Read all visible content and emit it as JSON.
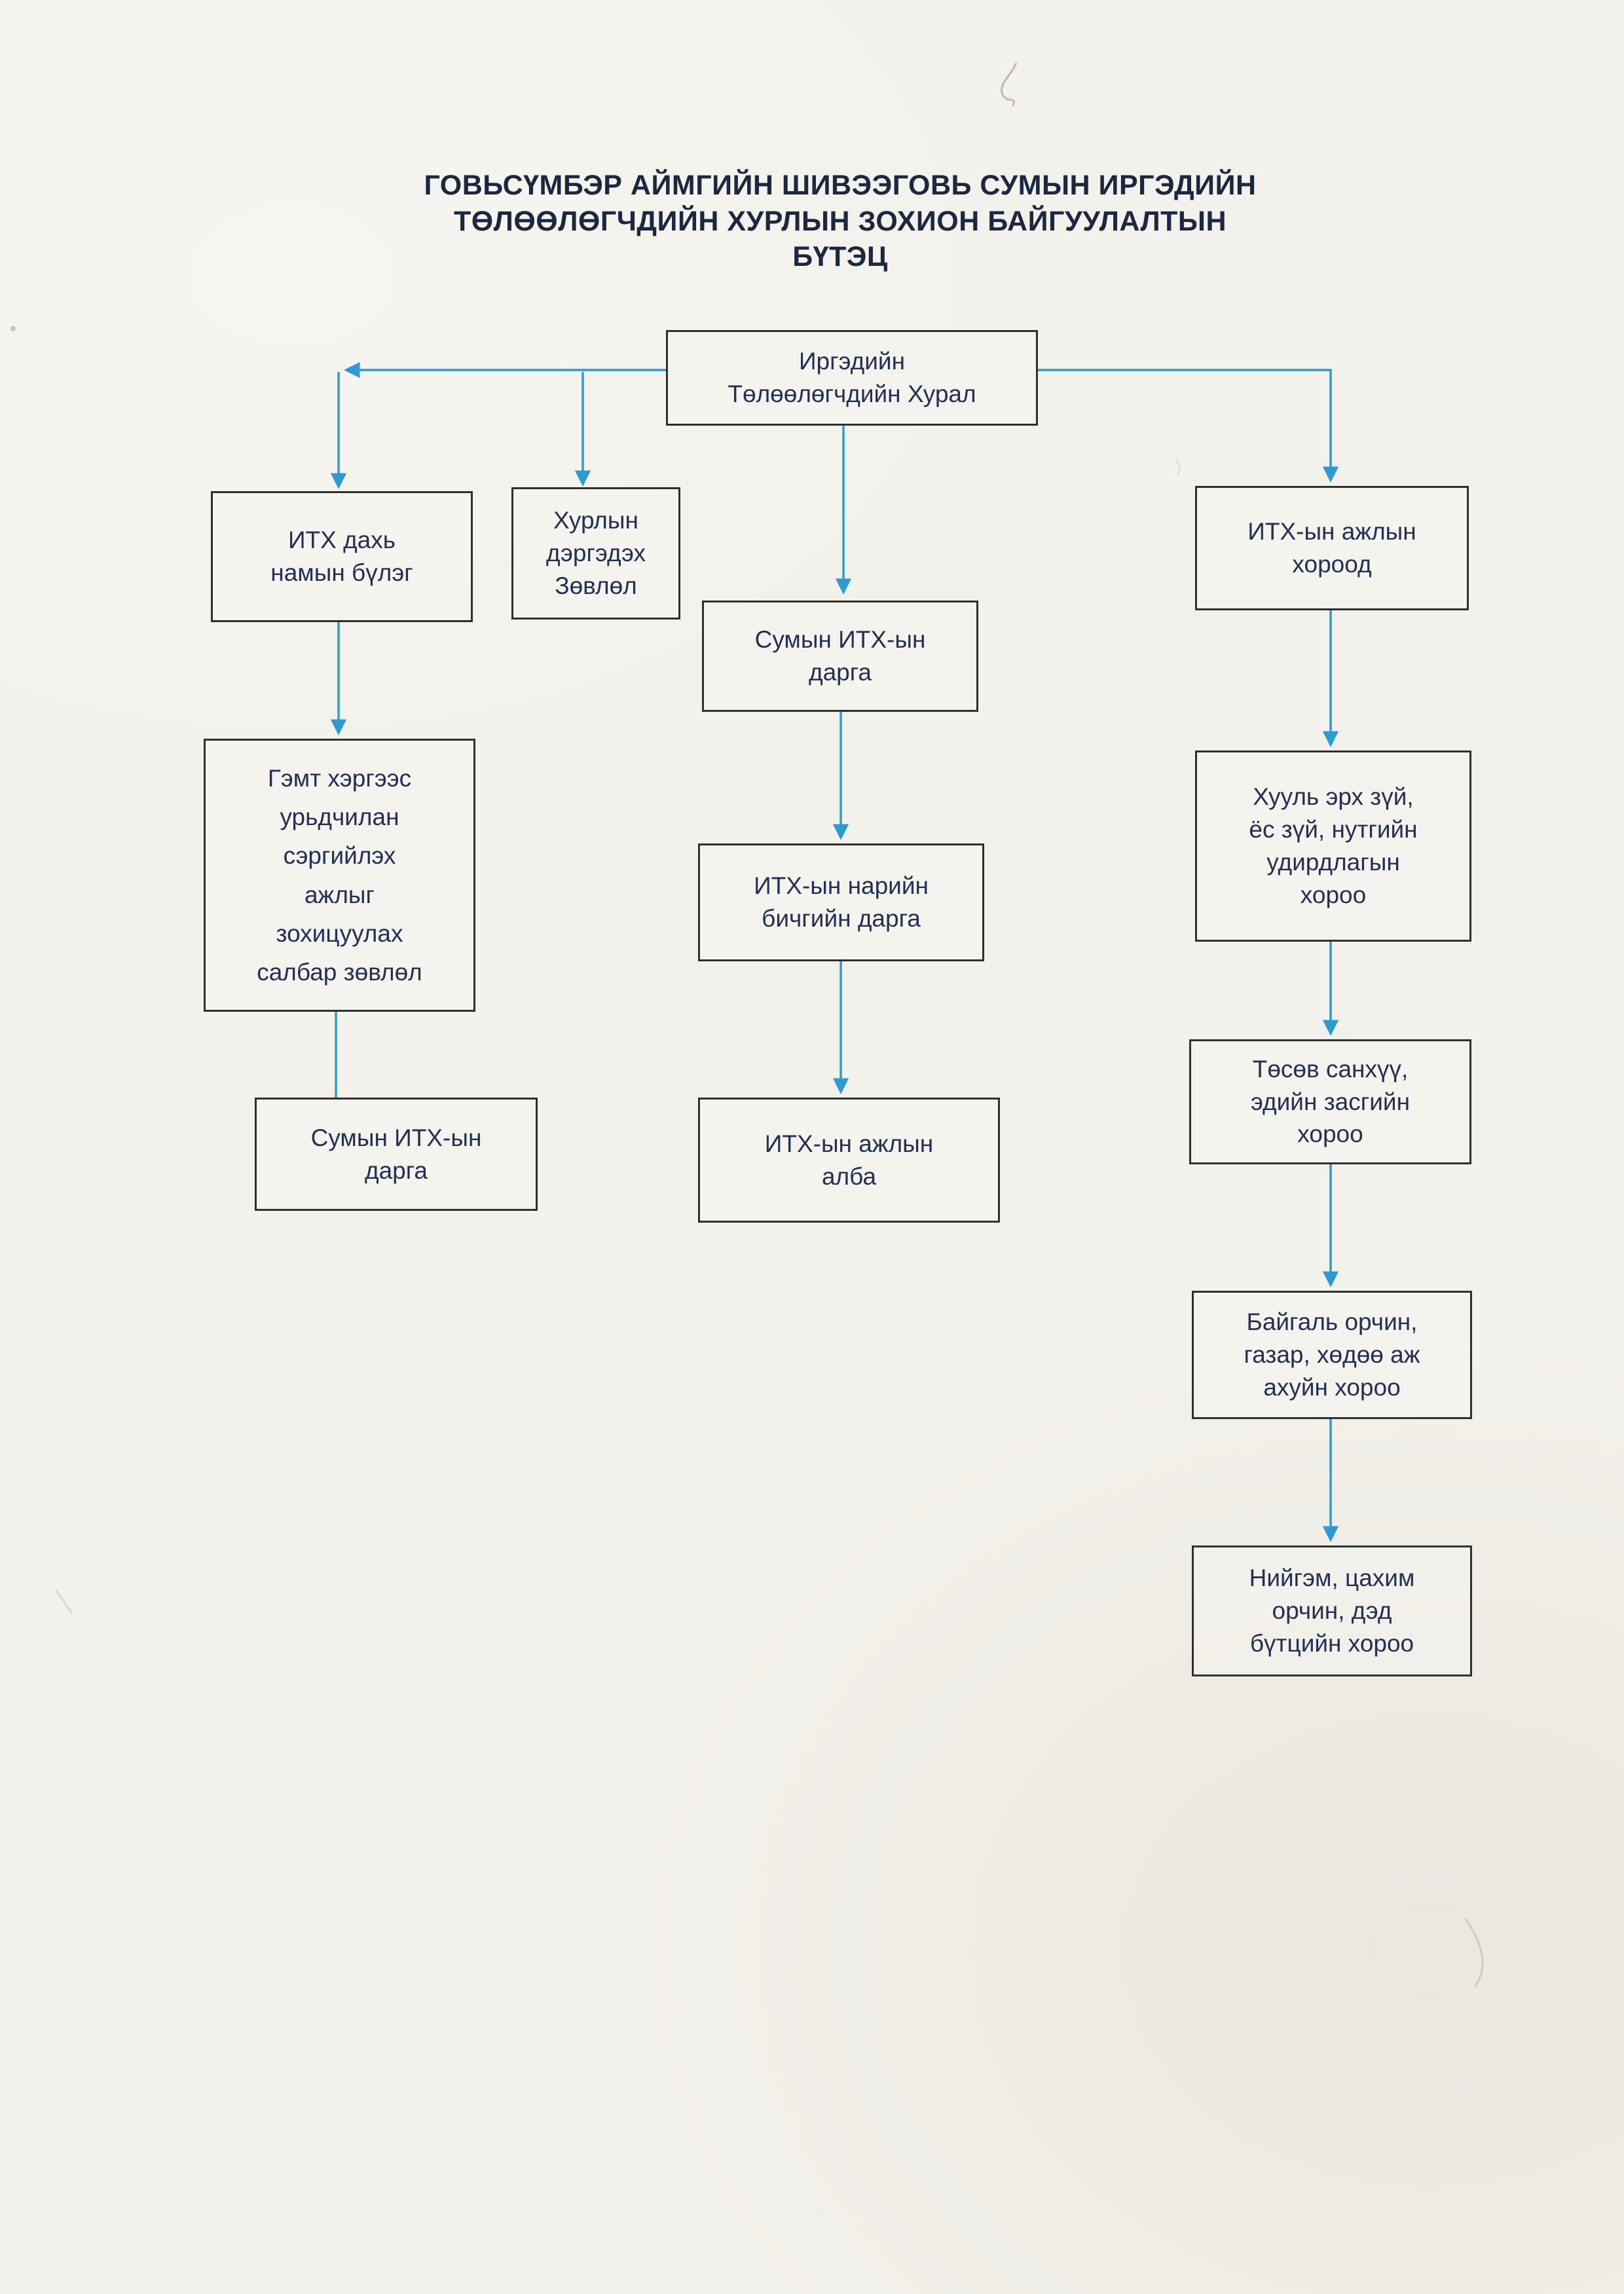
{
  "document": {
    "title_lines": [
      "ГОВЬСҮМБЭР АЙМГИЙН ШИВЭЭГОВЬ СУМЫН ИРГЭДИЙН",
      "ТӨЛӨӨЛӨГЧДИЙН ХУРЛЫН ЗОХИОН БАЙГУУЛАЛТЫН",
      "БҮТЭЦ"
    ]
  },
  "diagram": {
    "nodes": {
      "hural": "Иргэдийн\nТөлөөлөгчдийн Хурал",
      "party_group": "ИТХ дахь\nнамын бүлэг",
      "advisory_council": "Хурлын\nдэргэдэх\nЗөвлөл",
      "sum_chairman_center": "Сумын ИТХ-ын\nдарга",
      "work_committees": "ИТХ-ын ажлын\nхороод",
      "crime_prevention_council": "Гэмт хэргээс\nурьдчилан\nсэргийлэх\nажлыг\nзохицуулах\nсалбар зөвлөл",
      "legal_committee": "Хууль эрх зүй,\nёс зүй, нутгийн\nудирдлагын\nхороо",
      "secretary": "ИТХ-ын нарийн\nбичгийн дарга",
      "sum_chairman_left": "Сумын ИТХ-ын\nдарга",
      "work_office": "ИТХ-ын ажлын\nалба",
      "budget_committee": "Төсөв санхүү,\nэдийн засгийн\nхороо",
      "environment_committee": "Байгаль орчин,\nгазар, хөдөө аж\nахуйн хороо",
      "social_committee": "Нийгэм, цахим\nорчин, дэд\nбүтцийн хороо"
    },
    "colors": {
      "arrow": "#2f9ad2",
      "box_border": "#2f2f2f",
      "box_text": "#223055",
      "title_text": "#1c2740",
      "paper": "#f3f1eb"
    }
  }
}
